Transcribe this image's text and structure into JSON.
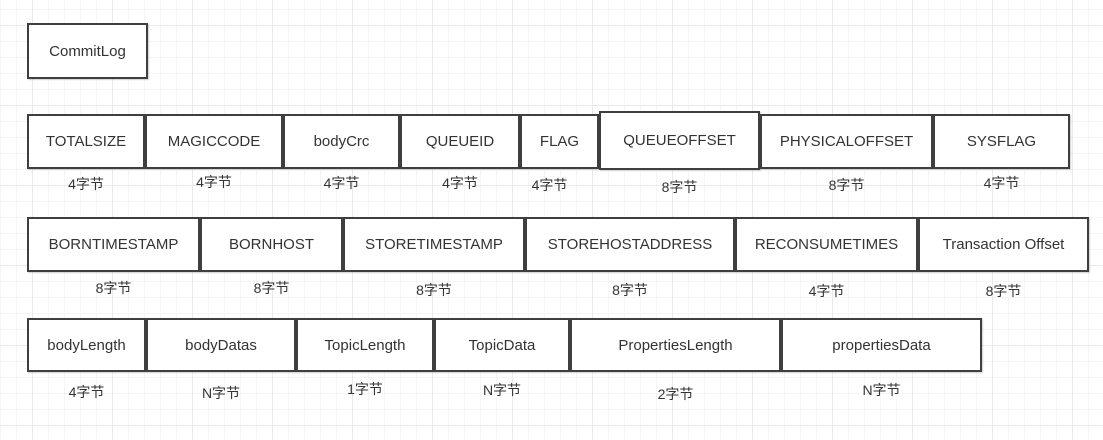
{
  "diagram": {
    "commitlog_label": "CommitLog",
    "colors": {
      "border": "#3f3f3f",
      "text": "#333333",
      "grid_minor": "#f5f5f5",
      "grid_major": "#e9e9e9",
      "background": "#ffffff"
    },
    "rows": [
      {
        "fields": [
          {
            "label": "TOTALSIZE",
            "size": "4字节"
          },
          {
            "label": "MAGICCODE",
            "size": "4字节"
          },
          {
            "label": "bodyCrc",
            "size": "4字节"
          },
          {
            "label": "QUEUEID",
            "size": "4字节"
          },
          {
            "label": "FLAG",
            "size": "4字节"
          },
          {
            "label": "QUEUEOFFSET",
            "size": "8字节"
          },
          {
            "label": "PHYSICALOFFSET",
            "size": "8字节"
          },
          {
            "label": "SYSFLAG",
            "size": "4字节"
          }
        ]
      },
      {
        "fields": [
          {
            "label": "BORNTIMESTAMP",
            "size": "8字节"
          },
          {
            "label": "BORNHOST",
            "size": "8字节"
          },
          {
            "label": "STORETIMESTAMP",
            "size": "8字节"
          },
          {
            "label": "STOREHOSTADDRESS",
            "size": "8字节"
          },
          {
            "label": "RECONSUMETIMES",
            "size": "4字节"
          },
          {
            "label": "Transaction Offset",
            "size": "8字节"
          }
        ]
      },
      {
        "fields": [
          {
            "label": "bodyLength",
            "size": "4字节"
          },
          {
            "label": "bodyDatas",
            "size": "N字节"
          },
          {
            "label": "TopicLength",
            "size": "1字节"
          },
          {
            "label": "TopicData",
            "size": "N字节"
          },
          {
            "label": "PropertiesLength",
            "size": "2字节"
          },
          {
            "label": "propertiesData",
            "size": "N字节"
          }
        ]
      }
    ]
  }
}
